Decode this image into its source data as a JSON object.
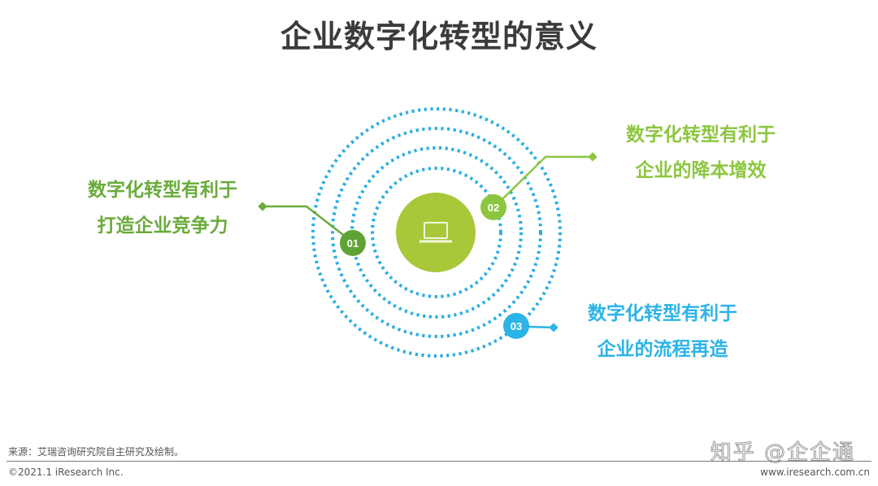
{
  "title": "企业数字化转型的意义",
  "center_icon": "laptop-icon",
  "colors": {
    "title": "#3b3b3b",
    "ring_dots": "#2aaee0",
    "center_circle": "#a8c83a",
    "badge_01": "#5fa336",
    "badge_02": "#8cc63f",
    "badge_03": "#2bb4e6",
    "text_01": "#6aab3a",
    "text_02": "#8cc63f",
    "text_03": "#2bb4e6"
  },
  "items": [
    {
      "badge": "01",
      "line1": "数字化转型有利于",
      "line2": "打造企业竞争力"
    },
    {
      "badge": "02",
      "line1": "数字化转型有利于",
      "line2": "企业的降本增效"
    },
    {
      "badge": "03",
      "line1": "数字化转型有利于",
      "line2": "企业的流程再造"
    }
  ],
  "footer": {
    "source": "来源：艾瑞咨询研究院自主研究及绘制。",
    "copyright": "©2021.1 iResearch Inc.",
    "website": "www.iresearch.com.cn",
    "watermark": "知乎 @企企通"
  }
}
